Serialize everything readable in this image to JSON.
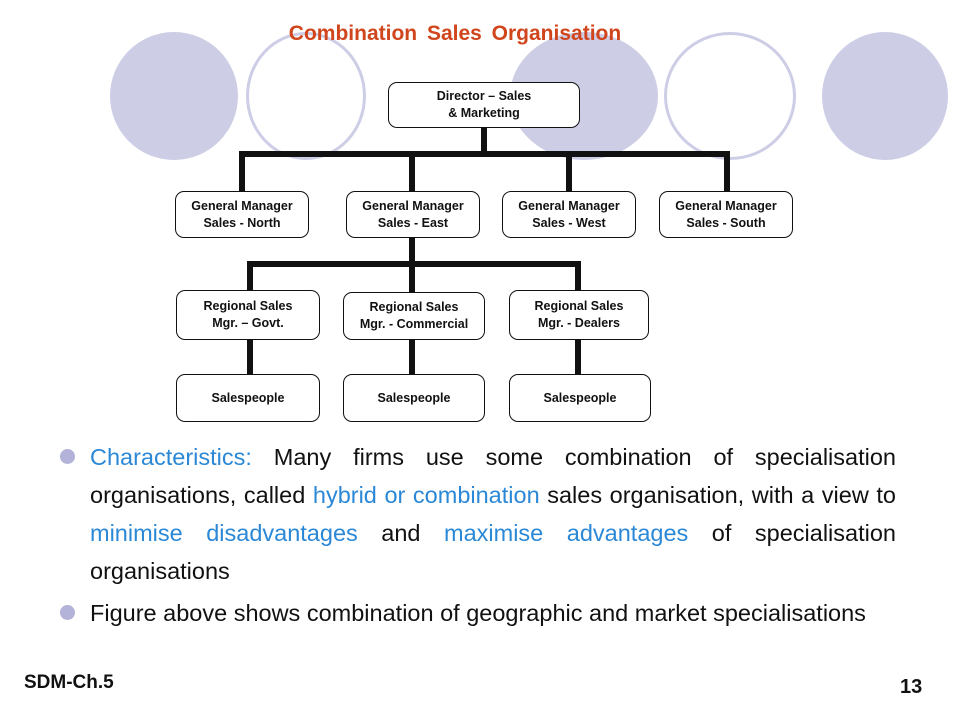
{
  "title": "Combination Sales Organisation",
  "org_chart": {
    "director": "Director – Sales\n& Marketing",
    "general_managers": [
      "General Manager\nSales - North",
      "General Manager\nSales - East",
      "General Manager\nSales - West",
      "General Manager\nSales - South"
    ],
    "regional_managers": [
      "Regional Sales\nMgr. – Govt.",
      "Regional Sales\nMgr. - Commercial",
      "Regional Sales\nMgr. - Dealers"
    ],
    "salespeople": [
      "Salespeople",
      "Salespeople",
      "Salespeople"
    ]
  },
  "bullets": [
    {
      "segments": [
        {
          "text": "Characteristics:",
          "highlight": true
        },
        {
          "text": " Many firms use some combination of specialisation organisations, called ",
          "highlight": false
        },
        {
          "text": "hybrid or combination",
          "highlight": true
        },
        {
          "text": " sales organisation, with a view to ",
          "highlight": false
        },
        {
          "text": "minimise disadvantages",
          "highlight": true
        },
        {
          "text": " and ",
          "highlight": false
        },
        {
          "text": "maximise advantages",
          "highlight": true
        },
        {
          "text": " of specialisation organisations",
          "highlight": false
        }
      ]
    },
    {
      "segments": [
        {
          "text": "Figure above shows combination of geographic and market specialisations",
          "highlight": false
        }
      ]
    }
  ],
  "footer": {
    "left": "SDM-Ch.5",
    "page_number": "13"
  },
  "colors": {
    "title": "#d0451b",
    "highlight": "#2a88d6",
    "decor": "#cdcde6",
    "bullet": "#b3b3d9"
  }
}
